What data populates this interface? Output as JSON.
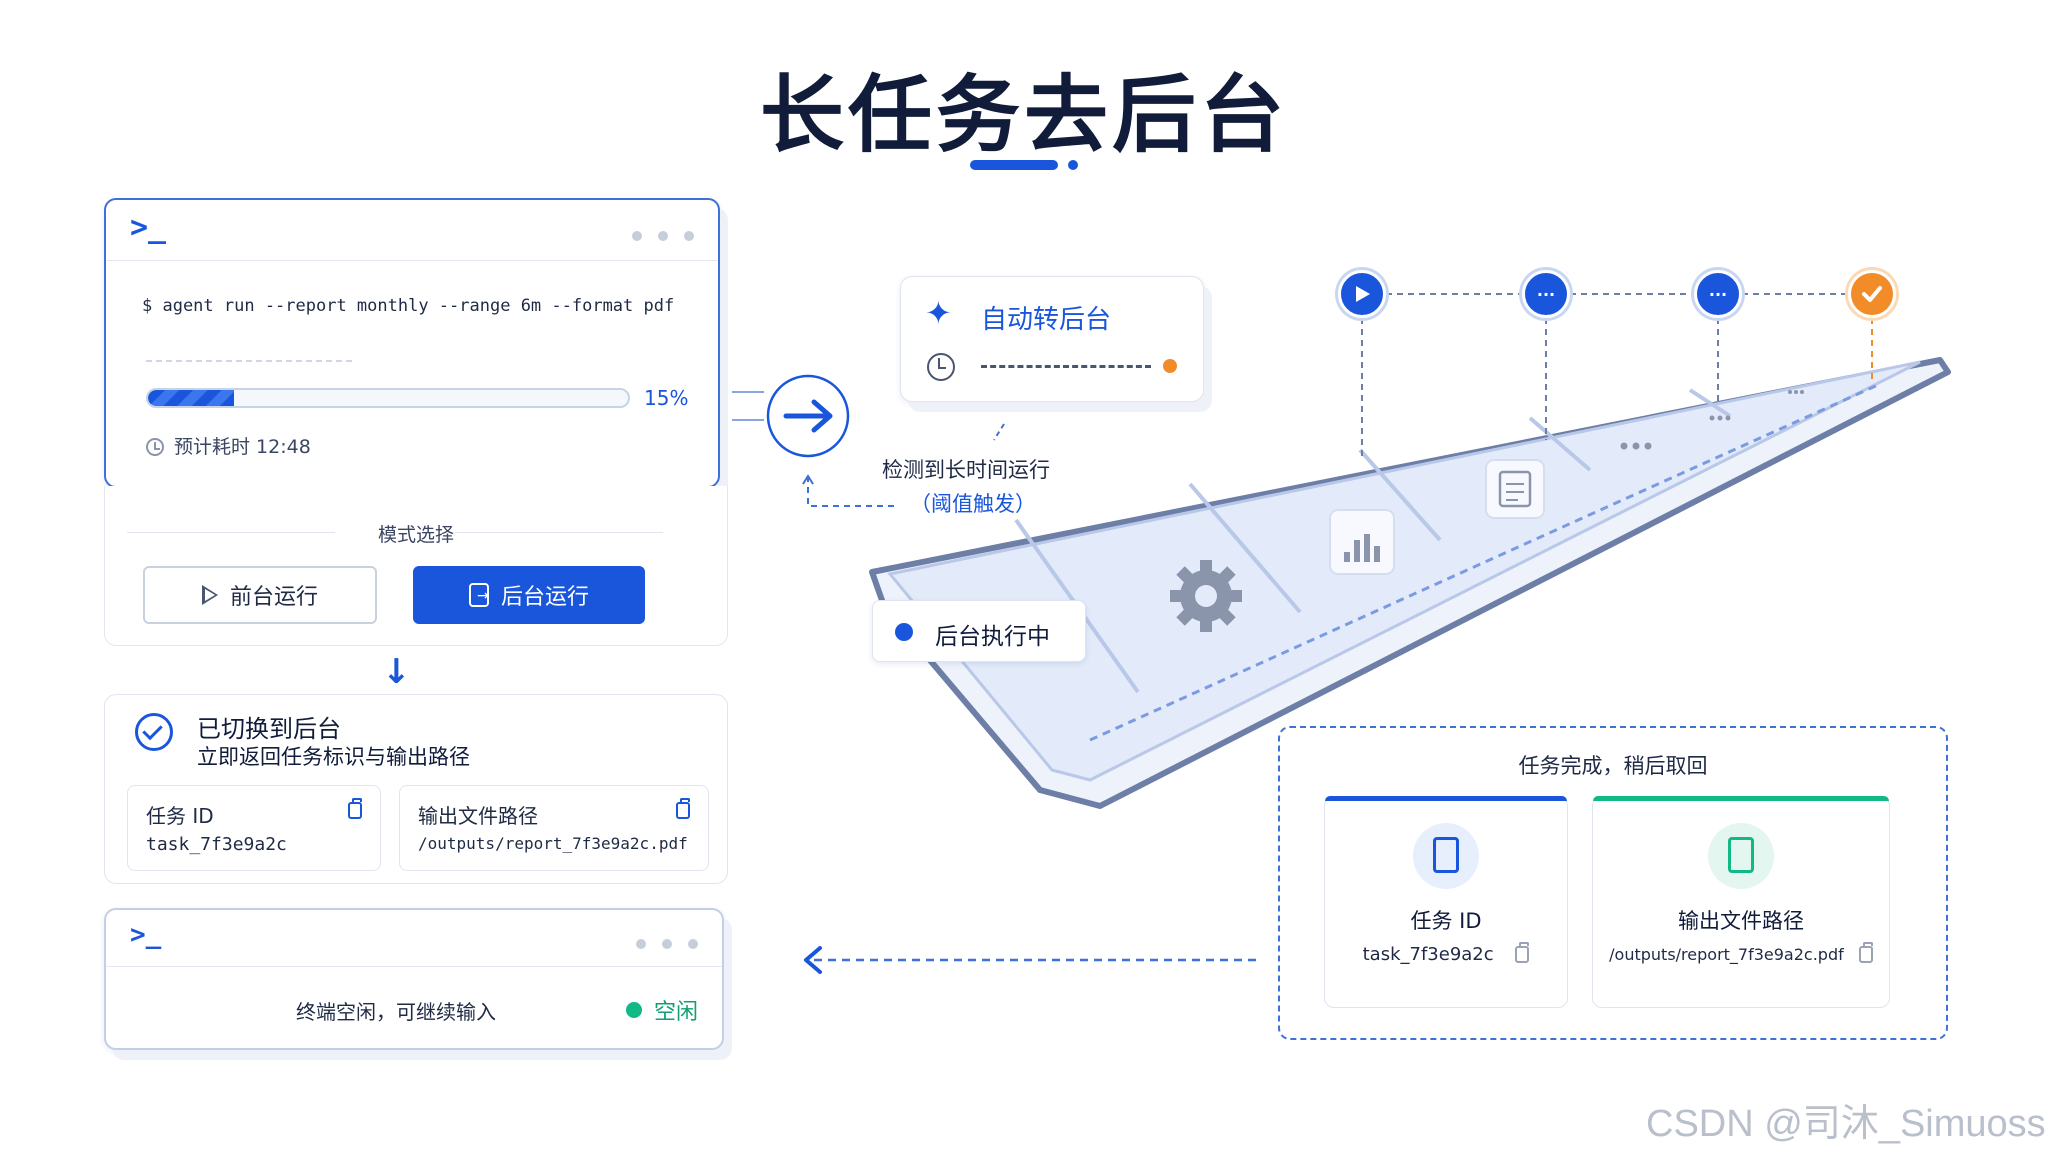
{
  "title": "长任务去后台",
  "terminal_top": {
    "prompt": ">_",
    "command": "$ agent run --report monthly --range 6m --format pdf",
    "progress_percent": 15,
    "progress_label": "15%",
    "eta_label": "预计耗时 12:48"
  },
  "mode_select": {
    "label": "模式选择",
    "foreground_button": "前台运行",
    "background_button": "后台运行"
  },
  "switched": {
    "title": "已切换到后台",
    "subtitle": "立即返回任务标识与输出路径",
    "task_id_label": "任务 ID",
    "task_id_value": "task_7f3e9a2c",
    "output_label": "输出文件路径",
    "output_value": "/outputs/report_7f3e9a2c.pdf"
  },
  "terminal_bottom": {
    "prompt": ">_",
    "status_text": "终端空闲，可继续输入",
    "status_badge": "空闲"
  },
  "auto_background": {
    "title": "自动转后台",
    "detect_line1": "检测到长时间运行",
    "detect_line2": "（阈值触发）"
  },
  "running_badge": "后台执行中",
  "done": {
    "title": "任务完成，稍后取回",
    "task_id_label": "任务 ID",
    "task_id_value": "task_7f3e9a2c",
    "output_label": "输出文件路径",
    "output_value": "/outputs/report_7f3e9a2c.pdf"
  },
  "timeline": {
    "node_ellipsis": "···"
  },
  "watermark": "CSDN @司沐_Simuoss",
  "colors": {
    "accent": "#1a56db",
    "success": "#12b886",
    "warning": "#f28c28",
    "title": "#101c3a"
  }
}
